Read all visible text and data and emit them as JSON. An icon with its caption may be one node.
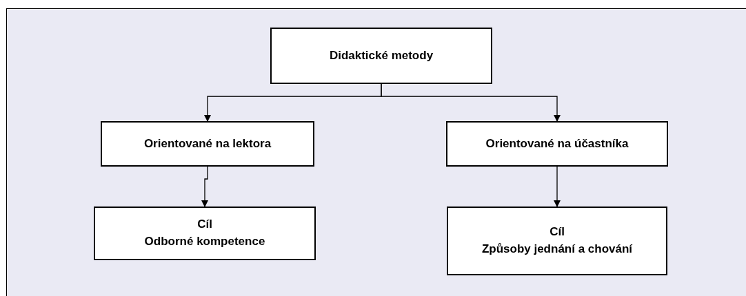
{
  "diagram": {
    "nodes": [
      {
        "text": [
          "Didaktické metody"
        ]
      },
      {
        "text": [
          "Orientované na lektora"
        ]
      },
      {
        "text": [
          "Orientované na účastníka"
        ]
      },
      {
        "text": [
          "Cíl",
          "Odborné kompetence"
        ]
      },
      {
        "text": [
          "Cíl",
          "Způsoby jednání a chování"
        ]
      }
    ],
    "edges": [
      {
        "from": 0,
        "to": 1,
        "arrow": "to"
      },
      {
        "from": 0,
        "to": 2,
        "arrow": "to"
      },
      {
        "from": 1,
        "to": 3,
        "arrow": "to"
      },
      {
        "from": 2,
        "to": 4,
        "arrow": "to"
      }
    ]
  }
}
